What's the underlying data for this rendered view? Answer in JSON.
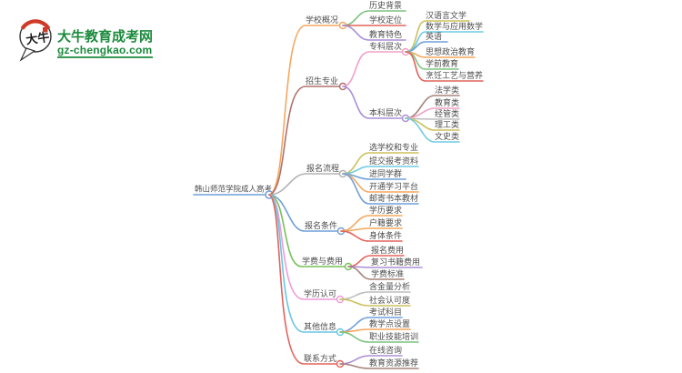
{
  "logo": {
    "bubble_text": "大牛",
    "site_name": "大牛教育成考网",
    "site_domain": "gz-chengkao.com",
    "brand_green": "#1b8a3d",
    "brand_red": "#cf3a28",
    "bubble_outline": "#333333"
  },
  "mindmap": {
    "root": {
      "label": "韩山师范学院成人高考",
      "color": "#6f9fd8"
    },
    "branches": [
      {
        "label": "学校概况",
        "color": "#f5a75f",
        "children": [
          {
            "label": "历史背景",
            "color": "#7cc47e"
          },
          {
            "label": "学校定位",
            "color": "#e2635c"
          },
          {
            "label": "教育特色",
            "color": "#ab8fd6"
          }
        ]
      },
      {
        "label": "招生专业",
        "color": "#b0716b",
        "children": [
          {
            "label": "专科层次",
            "color": "#f2a0c6",
            "children": [
              {
                "label": "汉语言文学",
                "color": "#ccc05b"
              },
              {
                "label": "数学与应用数学",
                "color": "#6fcbe4"
              },
              {
                "label": "英语",
                "color": "#6f9fd8"
              },
              {
                "label": "思想政治教育",
                "color": "#f5a75f"
              },
              {
                "label": "学前教育",
                "color": "#7cc47e"
              },
              {
                "label": "烹饪工艺与营养",
                "color": "#e2635c"
              }
            ]
          },
          {
            "label": "本科层次",
            "color": "#ab8fd6",
            "children": [
              {
                "label": "法学类",
                "color": "#a5837a"
              },
              {
                "label": "教育类",
                "color": "#f2a0c6"
              },
              {
                "label": "经管类",
                "color": "#bdbdbd"
              },
              {
                "label": "理工类",
                "color": "#ccc05b"
              },
              {
                "label": "文史类",
                "color": "#6fcbe4"
              }
            ]
          }
        ]
      },
      {
        "label": "报名流程",
        "color": "#b3b3b3",
        "children": [
          {
            "label": "选学校和专业",
            "color": "#ccc05b"
          },
          {
            "label": "提交报考资料",
            "color": "#6fcbe4"
          },
          {
            "label": "进同学群",
            "color": "#6f9fd8"
          },
          {
            "label": "开通学习平台",
            "color": "#f5a75f"
          },
          {
            "label": "邮寄书本教材",
            "color": "#6f9fd8"
          }
        ]
      },
      {
        "label": "报名条件",
        "color": "#6f9fd8",
        "children": [
          {
            "label": "学历要求",
            "color": "#f5a75f"
          },
          {
            "label": "户籍要求",
            "color": "#f5a75f"
          },
          {
            "label": "身体条件",
            "color": "#e2635c"
          }
        ]
      },
      {
        "label": "学费与费用",
        "color": "#77c159",
        "children": [
          {
            "label": "报名费用",
            "color": "#e2635c"
          },
          {
            "label": "复习书籍费用",
            "color": "#ab8fd6"
          },
          {
            "label": "学费标准",
            "color": "#a5837a"
          }
        ]
      },
      {
        "label": "学历认可",
        "color": "#ee9ada",
        "children": [
          {
            "label": "含金量分析",
            "color": "#bdbdbd"
          },
          {
            "label": "社会认可度",
            "color": "#ccc05b"
          }
        ]
      },
      {
        "label": "其他信息",
        "color": "#66c7e3",
        "children": [
          {
            "label": "考试科目",
            "color": "#6f9fd8"
          },
          {
            "label": "教学点设置",
            "color": "#f5a75f"
          },
          {
            "label": "职业技能培训",
            "color": "#7cc47e"
          }
        ]
      },
      {
        "label": "联系方式",
        "color": "#e2635c",
        "children": [
          {
            "label": "在线咨询",
            "color": "#ab8fd6"
          },
          {
            "label": "教育资源推荐",
            "color": "#a5837a"
          }
        ]
      }
    ]
  }
}
